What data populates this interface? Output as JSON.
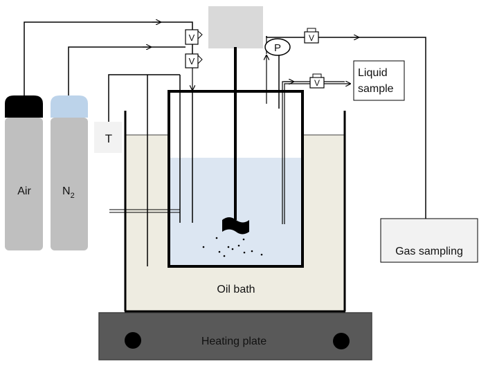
{
  "labels": {
    "air": "Air",
    "n2_main": "N",
    "n2_sub": "2",
    "temperature": "T",
    "pressure": "P",
    "valve": "V",
    "liquid_sample_line1": "Liquid",
    "liquid_sample_line2": "sample",
    "gas_sampling": "Gas sampling",
    "oil_bath": "Oil bath",
    "heating_plate": "Heating plate"
  },
  "colors": {
    "cylinder_body": "#bfbfbf",
    "air_cap": "#000000",
    "n2_cap": "#bcd3ea",
    "oil": "#eeece1",
    "liquid": "#dce6f2",
    "heating_plate": "#595959",
    "motor": "#d9d9d9",
    "gas_sampling_box": "#f2f2f2",
    "t_box": "#f2f2f2",
    "line": "#000000"
  }
}
